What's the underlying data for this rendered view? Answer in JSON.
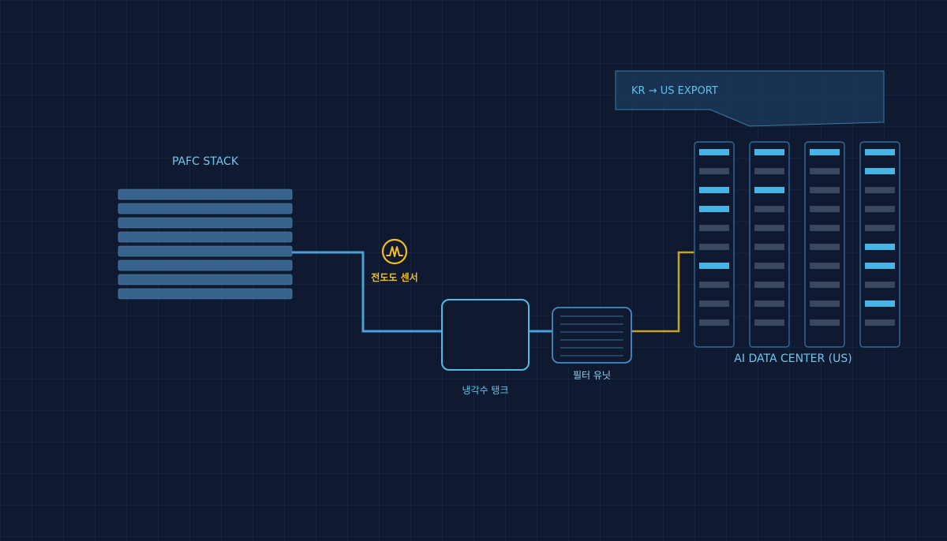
{
  "theme": {
    "background": "#0f1a30",
    "grid": "#17294a",
    "cyan": "#3fa9dd",
    "cyan_bright": "#4dbce9",
    "cyan_text": "#5cc4ee",
    "stack_layer": "#3b6a96",
    "pipe": "#4a9fd8",
    "power_line": "#c9a227",
    "sensor_yellow": "#f2bf1f",
    "rack_outline": "#2f6c9c",
    "led_on": "#46b5e8",
    "led_off": "#39485e"
  },
  "callout": {
    "text": "KR → US EXPORT"
  },
  "stack": {
    "title": "PAFC STACK",
    "layer_count": 8
  },
  "sensor": {
    "label": "전도도 센서",
    "icon": "waveform-circle-icon"
  },
  "tank": {
    "label": "냉각수 탱크"
  },
  "filter": {
    "label": "필터 유닛"
  },
  "datacenter": {
    "label": "AI DATA CENTER (US)",
    "racks": [
      {
        "leds": [
          1,
          0,
          1,
          1,
          0,
          0,
          1,
          0,
          0,
          0
        ]
      },
      {
        "leds": [
          1,
          0,
          1,
          0,
          0,
          0,
          0,
          0,
          0,
          0
        ]
      },
      {
        "leds": [
          1,
          0,
          0,
          0,
          0,
          0,
          0,
          0,
          0,
          0
        ]
      },
      {
        "leds": [
          1,
          1,
          0,
          0,
          0,
          1,
          1,
          0,
          1,
          0
        ]
      }
    ]
  }
}
